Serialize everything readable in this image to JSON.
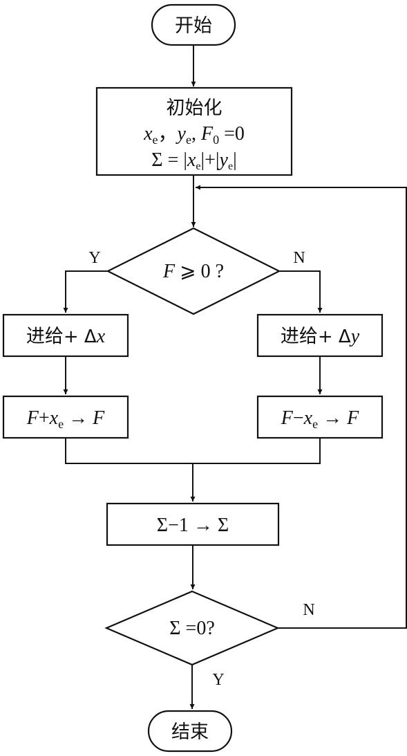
{
  "start": {
    "label": "开始"
  },
  "init": {
    "title": "初始化",
    "line2": "x_e, y_e, F_0 = 0",
    "line3": "Σ = |x_e| + |y_e|"
  },
  "decision1": {
    "label": "F ⩾ 0 ?",
    "yes": "Y",
    "no": "N"
  },
  "left_feed": "进给+Δx",
  "right_feed": "进给+Δy",
  "left_update": "F+x_e → F",
  "right_update": "F−x_e → F",
  "decrement": "Σ−1 → Σ",
  "decision2": {
    "label": "Σ =0?",
    "yes": "Y",
    "no": "N"
  },
  "end": {
    "label": "结束"
  }
}
